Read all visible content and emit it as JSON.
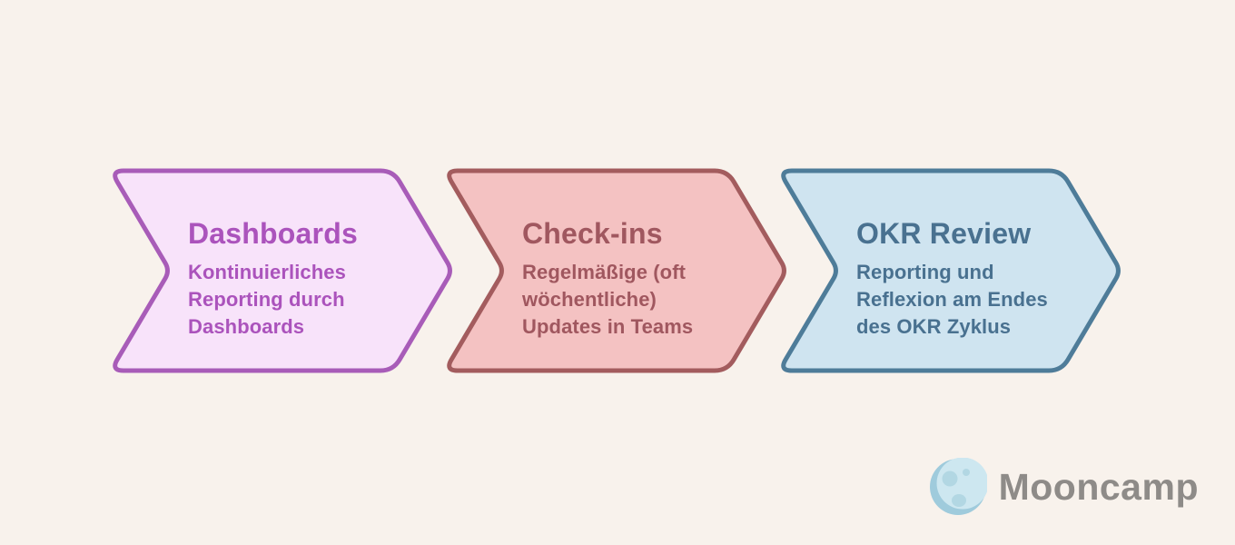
{
  "page": {
    "background": "#f8f2ec"
  },
  "diagram": {
    "steps": [
      {
        "title": "Dashboards",
        "description": "Kontinuierliches Reporting durch Dashboards",
        "fill": "#f8e3fa",
        "border": "#a85cb8",
        "text_color": "#ab53bc"
      },
      {
        "title": "Check-ins",
        "description": "Regelmäßige (oft wöchentliche) Updates in Teams",
        "fill": "#f4c2c2",
        "border": "#a35c5e",
        "text_color": "#a0575f"
      },
      {
        "title": "OKR Review",
        "description": "Reporting und Reflexion am Endes des OKR Zyklus",
        "fill": "#cfe4f0",
        "border": "#4e7c99",
        "text_color": "#497190"
      }
    ]
  },
  "logo": {
    "wordmark": "Mooncamp",
    "icon": "moon-icon",
    "wordmark_color": "#8e8b88",
    "moon_base": "#cde7f0",
    "moon_shade": "#9fcbdc",
    "moon_crater": "#b2d7e3"
  }
}
